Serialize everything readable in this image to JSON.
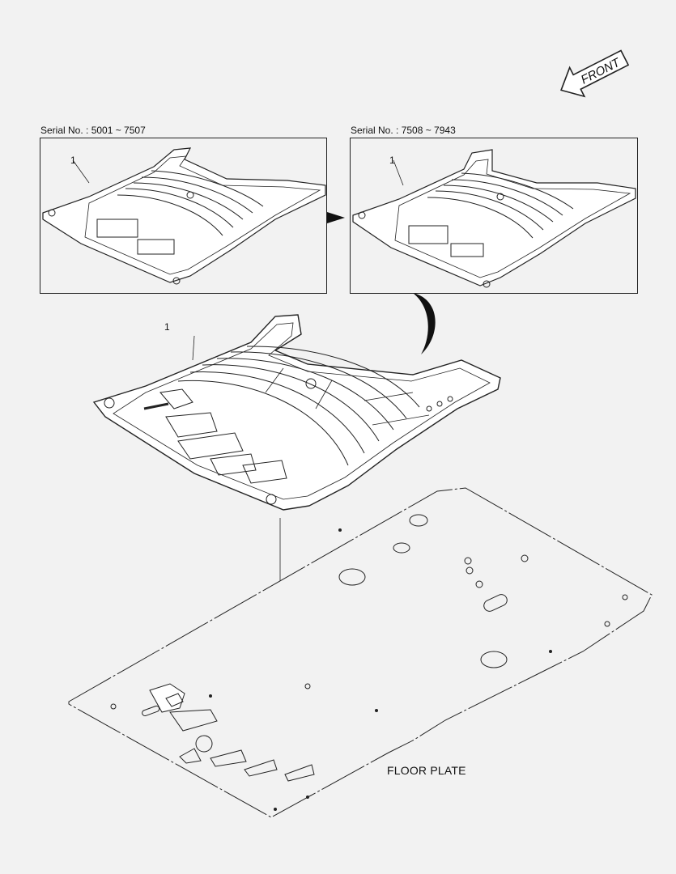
{
  "direction_marker": {
    "label": "FRONT"
  },
  "variants": [
    {
      "serial_label": "Serial No. : 5001 ~ 7507",
      "callout": "1"
    },
    {
      "serial_label": "Serial No. : 7508 ~ 7943",
      "callout": "1"
    }
  ],
  "main_part": {
    "callout": "1"
  },
  "floor_plate": {
    "label": "FLOOR PLATE"
  },
  "colors": {
    "line": "#222222",
    "background": "#f2f2f2",
    "part_fill": "#ffffff"
  }
}
